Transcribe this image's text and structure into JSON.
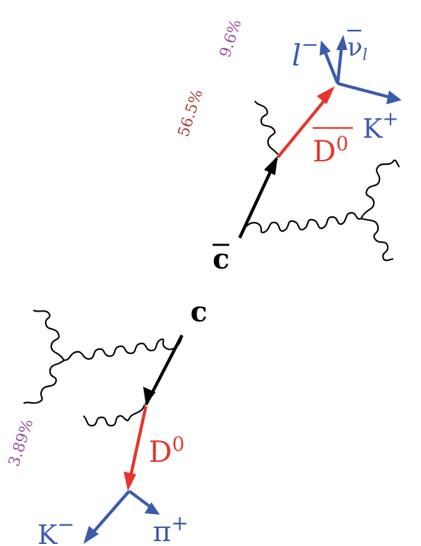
{
  "labels": {
    "c_quark": "c",
    "c_bar": "c",
    "d0": "D",
    "d0_sup": "0",
    "d0bar": "D",
    "d0bar_sup": "0",
    "k_minus": "K",
    "k_minus_sup": "−",
    "pi_plus": "π",
    "pi_plus_sup": "+",
    "k_plus": "K",
    "k_plus_sup": "+",
    "lepton": "l",
    "lepton_sup": "−",
    "neutrino": "ν",
    "neutrino_sub": "l"
  },
  "branching": {
    "d0_kpi": "3.89%",
    "d0bar_semileptonic": "9.6%",
    "d0bar_kaon": "56.5%"
  },
  "colors": {
    "quark_line": "#000000",
    "meson_line": "#e8352b",
    "meson_text": "#e03a2f",
    "daughter": "#3b5bab",
    "percent_purple": "#9b4c9e",
    "percent_darkred": "#a83a3a",
    "gluon": "#000000"
  }
}
